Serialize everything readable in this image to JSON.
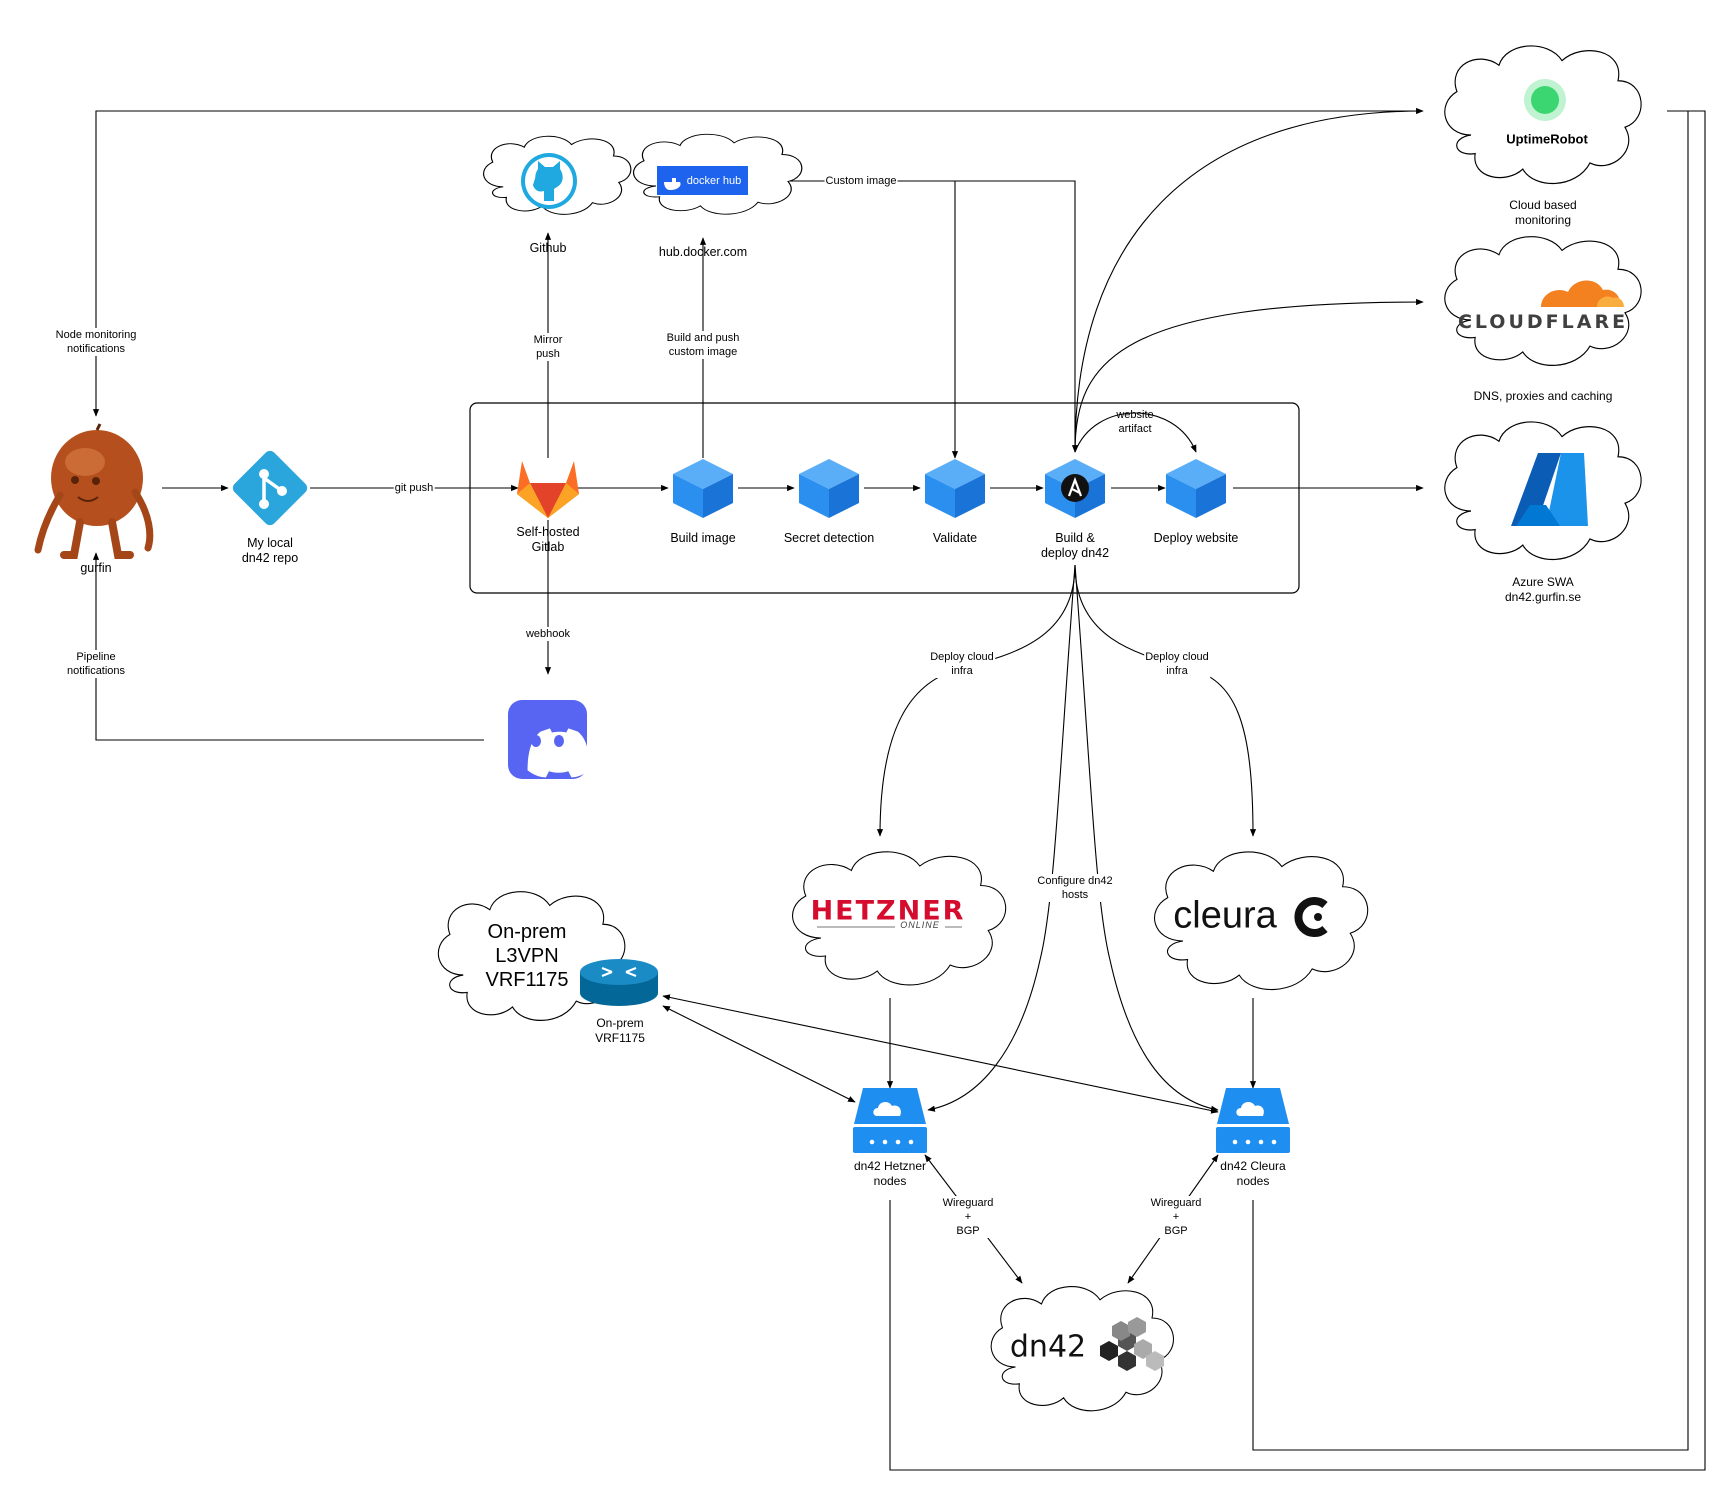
{
  "colors": {
    "cube": "#2b8ff0",
    "cube_top": "#5aaef8",
    "cube_side": "#1a73d6",
    "git": "#2aa6dc",
    "gitlab_orange": "#fc6d26",
    "gitlab_red": "#e24329",
    "gitlab_yellow": "#fca326",
    "discord": "#5865f2",
    "docker": "#1d63ed",
    "github_cyan": "#1fa9e0",
    "uptime_green": "#3bd671",
    "cloudflare_orange": "#f48120",
    "cloudflare_light": "#faad3f",
    "azure_blue": "#0078d4",
    "hetzner_red": "#d50c2d",
    "router": "#036897",
    "server": "#1f8ef1"
  },
  "nodes": {
    "gurfin": "gurfin",
    "local_repo": "My local\ndn42 repo",
    "gitlab": "Self-hosted\nGitlab",
    "build_image": "Build image",
    "secret_detection": "Secret detection",
    "validate": "Validate",
    "build_deploy": "Build &\ndeploy dn42",
    "deploy_website": "Deploy website",
    "github": "Github",
    "dockerhub": "hub.docker.com",
    "uptime_caption": "Cloud based\nmonitoring",
    "cloudflare_caption": "DNS, proxies and caching",
    "azure_caption": "Azure SWA\ndn42.gurfin.se",
    "onprem_cloud": "On-prem\nL3VPN\nVRF1175",
    "onprem_router": "On-prem\nVRF1175",
    "hetzner_nodes": "dn42 Hetzner\nnodes",
    "cleura_nodes": "dn42 Cleura\nnodes"
  },
  "brands": {
    "dockerhub": "docker hub",
    "uptimerobot": "UptimeRobot",
    "cloudflare": "CLOUDFLARE",
    "hetzner": "HETZNER",
    "hetzner_sub": "ONLINE",
    "cleura": "cleura",
    "dn42": "dn42"
  },
  "edges": {
    "node_monitoring": "Node monitoring\nnotifications",
    "pipeline_notifications": "Pipeline\nnotifications",
    "git_push": "git push",
    "mirror_push": "Mirror\npush",
    "build_push": "Build and push\ncustom image",
    "custom_image": "Custom image",
    "website_artifact": "website\nartifact",
    "webhook": "webhook",
    "deploy_cloud_left": "Deploy cloud\ninfra",
    "deploy_cloud_right": "Deploy cloud\ninfra",
    "configure_hosts": "Configure dn42\nhosts",
    "wireguard_left": "Wireguard\n+\nBGP",
    "wireguard_right": "Wireguard\n+\nBGP"
  }
}
